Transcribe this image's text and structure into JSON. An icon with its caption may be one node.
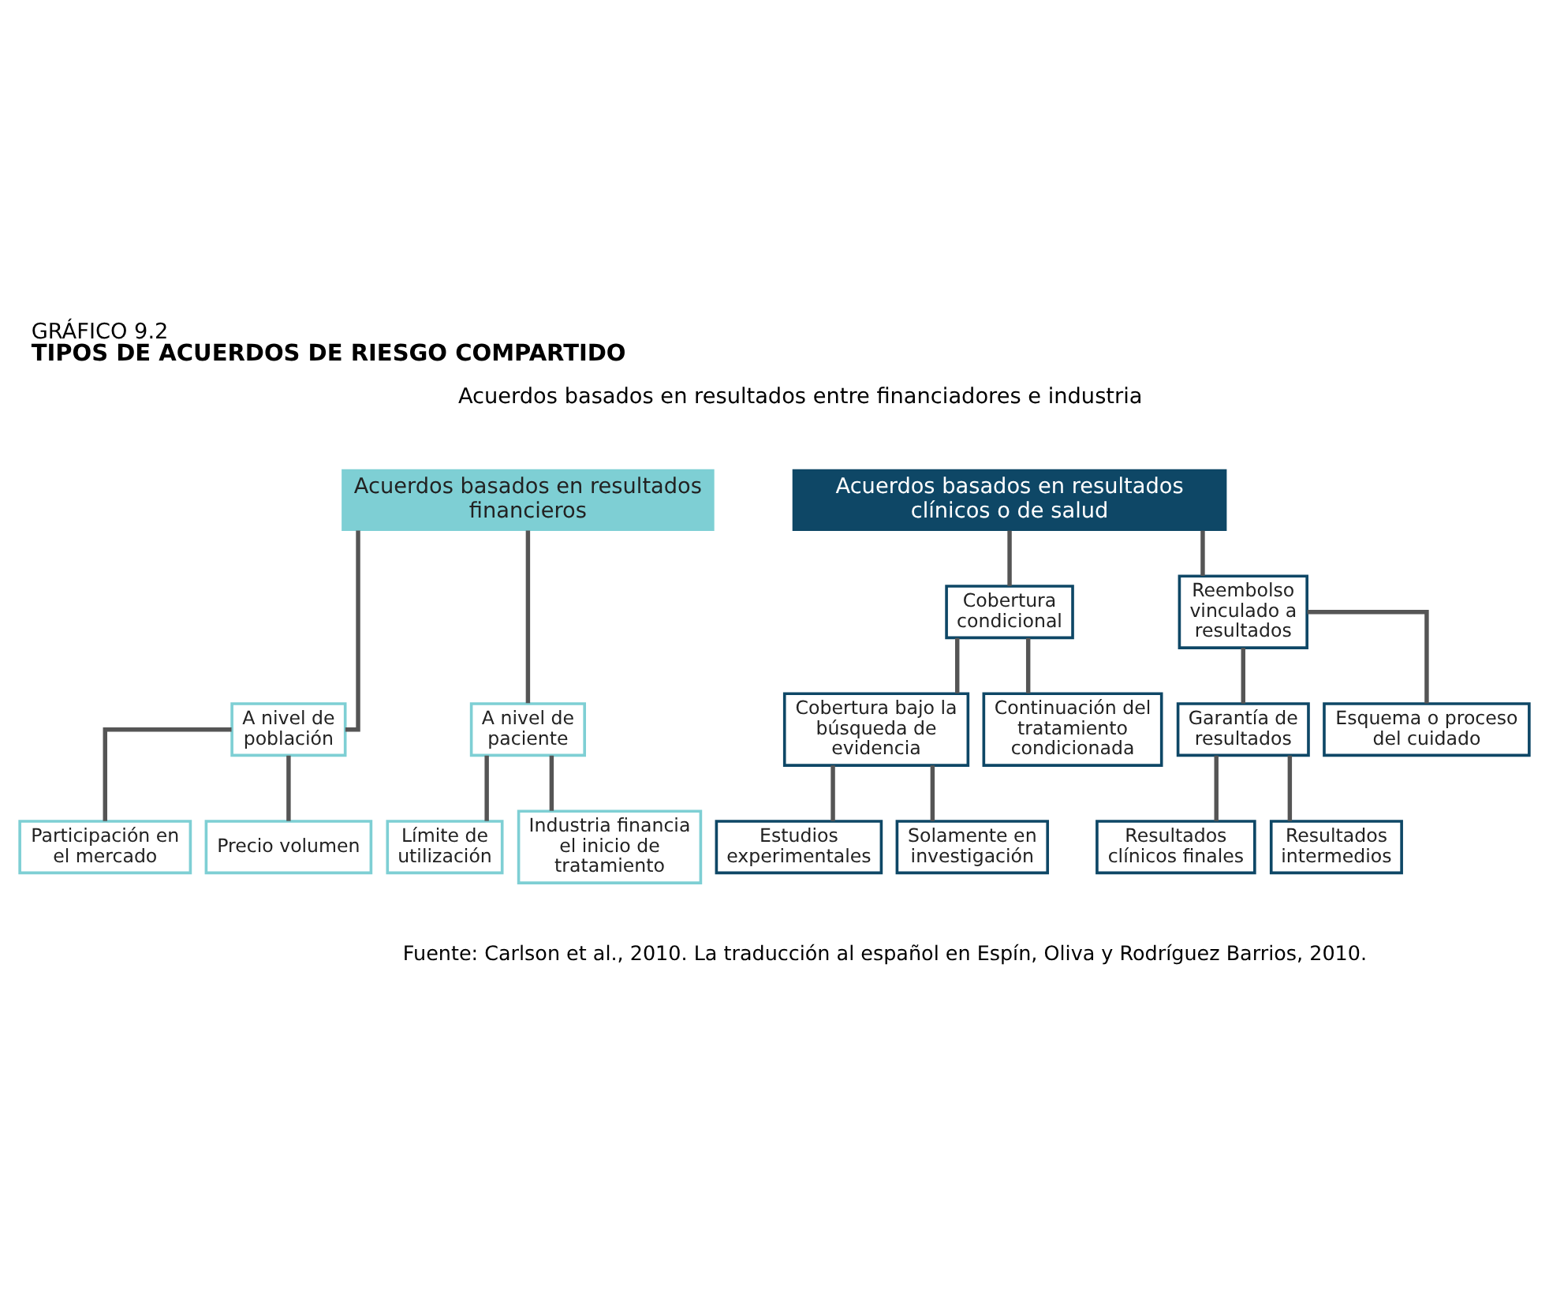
{
  "diagram": {
    "title": "TIPOS DE ACUERDOS DE RIESGO COMPARTIDO",
    "caption": "Fuente: Carlson et al., 2010. La traducción al español en Espín, Oliva y Rodríguez Barrios, 2010.",
    "nodes": [
      {
        "text": [
          "Acuerdos basados en resultados financieros"
        ]
      },
      {
        "text": [
          "A nivel de población"
        ]
      },
      {
        "text": [
          "A nivel de paciente"
        ]
      },
      {
        "text": [
          "Participación en el mercado"
        ]
      },
      {
        "text": [
          "Precio volumen"
        ]
      },
      {
        "text": [
          "Límite de utilización"
        ]
      },
      {
        "text": [
          "Industria financia el inicio de tratamiento"
        ]
      },
      {
        "text": [
          "Acuerdos basados en resultados clínicos o de salud"
        ]
      },
      {
        "text": [
          "Cobertura condicional"
        ]
      },
      {
        "text": [
          "Reembolso vinculado a resultados"
        ]
      },
      {
        "text": [
          "Cobertura bajo la búsqueda de evidencia"
        ]
      },
      {
        "text": [
          "Continuación del tratamiento condicionada"
        ]
      },
      {
        "text": [
          "Garantía de resultados"
        ]
      },
      {
        "text": [
          "Esquema o proceso del cuidado"
        ]
      },
      {
        "text": [
          "Estudios experimentales"
        ]
      },
      {
        "text": [
          "Solamente en investigación"
        ]
      },
      {
        "text": [
          "Resultados clínicos finales"
        ]
      },
      {
        "text": [
          "Resultados intermedios"
        ]
      }
    ],
    "edges": [
      {
        "from": 0,
        "to": 1,
        "arrow": "none"
      },
      {
        "from": 0,
        "to": 2,
        "arrow": "none"
      },
      {
        "from": 1,
        "to": 3,
        "arrow": "none"
      },
      {
        "from": 1,
        "to": 4,
        "arrow": "none"
      },
      {
        "from": 2,
        "to": 5,
        "arrow": "none"
      },
      {
        "from": 2,
        "to": 6,
        "arrow": "none"
      },
      {
        "from": 7,
        "to": 8,
        "arrow": "none"
      },
      {
        "from": 7,
        "to": 9,
        "arrow": "none"
      },
      {
        "from": 8,
        "to": 10,
        "arrow": "none"
      },
      {
        "from": 8,
        "to": 11,
        "arrow": "none"
      },
      {
        "from": 9,
        "to": 12,
        "arrow": "none"
      },
      {
        "from": 9,
        "to": 13,
        "arrow": "none"
      },
      {
        "from": 10,
        "to": 14,
        "arrow": "none"
      },
      {
        "from": 10,
        "to": 15,
        "arrow": "none"
      },
      {
        "from": 12,
        "to": 16,
        "arrow": "none"
      },
      {
        "from": 12,
        "to": 17,
        "arrow": "none"
      }
    ],
    "labels": [
      "GRÁFICO 9.2",
      "Acuerdos basados en resultados entre financiadores e industria"
    ]
  }
}
